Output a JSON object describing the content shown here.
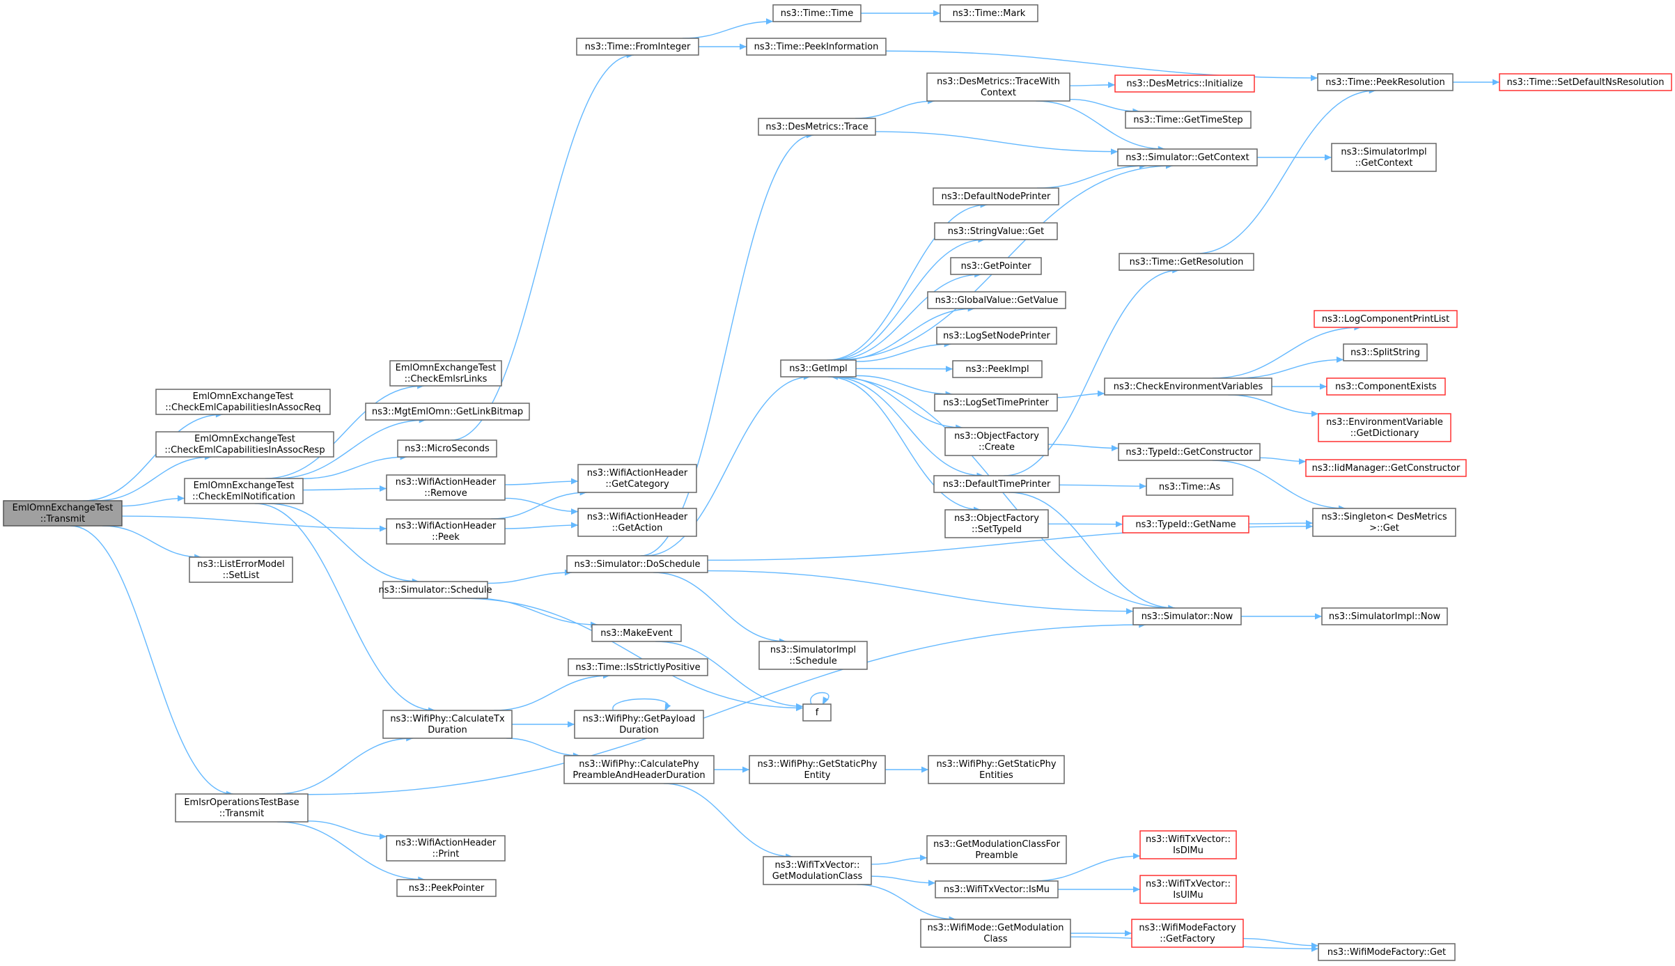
{
  "nodes": [
    {
      "id": "n0",
      "lines": [
        "EmlOmnExchangeTest",
        "::Transmit"
      ],
      "root": true
    },
    {
      "id": "n1",
      "lines": [
        "EmlOmnExchangeTest",
        "::CheckEmlCapabilitiesInAssocReq"
      ]
    },
    {
      "id": "n2",
      "lines": [
        "EmlOmnExchangeTest",
        "::CheckEmlCapabilitiesInAssocResp"
      ]
    },
    {
      "id": "n3",
      "lines": [
        "EmlOmnExchangeTest",
        "::CheckEmlNotification"
      ]
    },
    {
      "id": "n4",
      "lines": [
        "ns3::ListErrorModel",
        "::SetList"
      ]
    },
    {
      "id": "n5",
      "lines": [
        "EmlsrOperationsTestBase",
        "::Transmit"
      ]
    },
    {
      "id": "n6",
      "lines": [
        "EmlOmnExchangeTest",
        "::CheckEmlsrLinks"
      ]
    },
    {
      "id": "n7",
      "lines": [
        "ns3::MgtEmlOmn::GetLinkBitmap"
      ]
    },
    {
      "id": "n8",
      "lines": [
        "ns3::MicroSeconds"
      ]
    },
    {
      "id": "n9",
      "lines": [
        "ns3::WifiActionHeader",
        "::Remove"
      ]
    },
    {
      "id": "n10",
      "lines": [
        "ns3::WifiActionHeader",
        "::Peek"
      ]
    },
    {
      "id": "n11",
      "lines": [
        "ns3::Simulator::Schedule"
      ]
    },
    {
      "id": "n12",
      "lines": [
        "ns3::WifiPhy::CalculateTx",
        "Duration"
      ]
    },
    {
      "id": "n13",
      "lines": [
        "ns3::WifiActionHeader",
        "::Print"
      ]
    },
    {
      "id": "n14",
      "lines": [
        "ns3::PeekPointer"
      ]
    },
    {
      "id": "n15",
      "lines": [
        "ns3::Time::FromInteger"
      ]
    },
    {
      "id": "n16",
      "lines": [
        "ns3::WifiActionHeader",
        "::GetCategory"
      ]
    },
    {
      "id": "n17",
      "lines": [
        "ns3::WifiActionHeader",
        "::GetAction"
      ]
    },
    {
      "id": "n18",
      "lines": [
        "ns3::Simulator::DoSchedule"
      ]
    },
    {
      "id": "n19",
      "lines": [
        "ns3::MakeEvent"
      ]
    },
    {
      "id": "n20",
      "lines": [
        "ns3::Time::IsStrictlyPositive"
      ]
    },
    {
      "id": "n21",
      "lines": [
        "ns3::WifiPhy::GetPayload",
        "Duration"
      ]
    },
    {
      "id": "n22",
      "lines": [
        "ns3::WifiPhy::CalculatePhy",
        "PreambleAndHeaderDuration"
      ]
    },
    {
      "id": "n23",
      "lines": [
        "ns3::Time::Time"
      ]
    },
    {
      "id": "n24",
      "lines": [
        "ns3::Time::PeekInformation"
      ]
    },
    {
      "id": "n25",
      "lines": [
        "ns3::DesMetrics::Trace"
      ]
    },
    {
      "id": "n26",
      "lines": [
        "ns3::GetImpl"
      ]
    },
    {
      "id": "n27",
      "lines": [
        "ns3::SimulatorImpl",
        "::Schedule"
      ]
    },
    {
      "id": "n28",
      "lines": [
        "f"
      ]
    },
    {
      "id": "n29",
      "lines": [
        "ns3::WifiPhy::GetStaticPhy",
        "Entity"
      ]
    },
    {
      "id": "n30",
      "lines": [
        "ns3::WifiTxVector::",
        "GetModulationClass"
      ]
    },
    {
      "id": "n31",
      "lines": [
        "ns3::Time::Mark"
      ]
    },
    {
      "id": "n32",
      "lines": [
        "ns3::DesMetrics::TraceWith",
        "Context"
      ]
    },
    {
      "id": "n33",
      "lines": [
        "ns3::DefaultNodePrinter"
      ]
    },
    {
      "id": "n34",
      "lines": [
        "ns3::StringValue::Get"
      ]
    },
    {
      "id": "n35",
      "lines": [
        "ns3::GetPointer"
      ]
    },
    {
      "id": "n36",
      "lines": [
        "ns3::GlobalValue::GetValue"
      ]
    },
    {
      "id": "n37",
      "lines": [
        "ns3::LogSetNodePrinter"
      ]
    },
    {
      "id": "n38",
      "lines": [
        "ns3::PeekImpl"
      ]
    },
    {
      "id": "n39",
      "lines": [
        "ns3::LogSetTimePrinter"
      ]
    },
    {
      "id": "n40",
      "lines": [
        "ns3::ObjectFactory",
        "::Create"
      ]
    },
    {
      "id": "n41",
      "lines": [
        "ns3::DefaultTimePrinter"
      ]
    },
    {
      "id": "n42",
      "lines": [
        "ns3::ObjectFactory",
        "::SetTypeId"
      ]
    },
    {
      "id": "n43",
      "lines": [
        "ns3::WifiPhy::GetStaticPhy",
        "Entities"
      ]
    },
    {
      "id": "n44",
      "lines": [
        "ns3::GetModulationClassFor",
        "Preamble"
      ]
    },
    {
      "id": "n45",
      "lines": [
        "ns3::WifiTxVector::IsMu"
      ]
    },
    {
      "id": "n46",
      "lines": [
        "ns3::WifiMode::GetModulation",
        "Class"
      ]
    },
    {
      "id": "n47",
      "lines": [
        "ns3::DesMetrics::Initialize"
      ],
      "red": true
    },
    {
      "id": "n48",
      "lines": [
        "ns3::Time::GetTimeStep"
      ]
    },
    {
      "id": "n49",
      "lines": [
        "ns3::Simulator::GetContext"
      ]
    },
    {
      "id": "n50",
      "lines": [
        "ns3::Time::GetResolution"
      ]
    },
    {
      "id": "n51",
      "lines": [
        "ns3::CheckEnvironmentVariables"
      ]
    },
    {
      "id": "n52",
      "lines": [
        "ns3::TypeId::GetConstructor"
      ]
    },
    {
      "id": "n53",
      "lines": [
        "ns3::Time::As"
      ]
    },
    {
      "id": "n54",
      "lines": [
        "ns3::TypeId::GetName"
      ],
      "red": true
    },
    {
      "id": "n55",
      "lines": [
        "ns3::Simulator::Now"
      ]
    },
    {
      "id": "n56",
      "lines": [
        "ns3::WifiTxVector::",
        "IsDlMu"
      ],
      "red": true
    },
    {
      "id": "n57",
      "lines": [
        "ns3::WifiTxVector::",
        "IsUlMu"
      ],
      "red": true
    },
    {
      "id": "n58",
      "lines": [
        "ns3::WifiModeFactory",
        "::GetFactory"
      ],
      "red": true
    },
    {
      "id": "n59",
      "lines": [
        "ns3::Time::PeekResolution"
      ]
    },
    {
      "id": "n60",
      "lines": [
        "ns3::SimulatorImpl",
        "::GetContext"
      ]
    },
    {
      "id": "n61",
      "lines": [
        "ns3::LogComponentPrintList"
      ],
      "red": true
    },
    {
      "id": "n62",
      "lines": [
        "ns3::SplitString"
      ]
    },
    {
      "id": "n63",
      "lines": [
        "ns3::ComponentExists"
      ],
      "red": true
    },
    {
      "id": "n64",
      "lines": [
        "ns3::EnvironmentVariable",
        "::GetDictionary"
      ],
      "red": true
    },
    {
      "id": "n65",
      "lines": [
        "ns3::IidManager::GetConstructor"
      ],
      "red": true
    },
    {
      "id": "n66",
      "lines": [
        "ns3::Singleton< DesMetrics",
        ">::Get"
      ]
    },
    {
      "id": "n67",
      "lines": [
        "ns3::SimulatorImpl::Now"
      ]
    },
    {
      "id": "n68",
      "lines": [
        "ns3::WifiModeFactory::Get"
      ]
    },
    {
      "id": "n69",
      "lines": [
        "ns3::Time::SetDefaultNsResolution"
      ],
      "red": true
    }
  ],
  "edges": [
    [
      "n0",
      "n1"
    ],
    [
      "n0",
      "n2"
    ],
    [
      "n0",
      "n3"
    ],
    [
      "n0",
      "n10"
    ],
    [
      "n0",
      "n4"
    ],
    [
      "n0",
      "n5"
    ],
    [
      "n3",
      "n6"
    ],
    [
      "n3",
      "n7"
    ],
    [
      "n3",
      "n8"
    ],
    [
      "n3",
      "n9"
    ],
    [
      "n3",
      "n11"
    ],
    [
      "n3",
      "n12"
    ],
    [
      "n5",
      "n12"
    ],
    [
      "n5",
      "n13"
    ],
    [
      "n5",
      "n14"
    ],
    [
      "n5",
      "n55"
    ],
    [
      "n8",
      "n15"
    ],
    [
      "n9",
      "n16"
    ],
    [
      "n9",
      "n17"
    ],
    [
      "n10",
      "n16"
    ],
    [
      "n10",
      "n17"
    ],
    [
      "n11",
      "n18"
    ],
    [
      "n11",
      "n19"
    ],
    [
      "n11",
      "n28"
    ],
    [
      "n12",
      "n20"
    ],
    [
      "n12",
      "n21"
    ],
    [
      "n12",
      "n22"
    ],
    [
      "n15",
      "n23"
    ],
    [
      "n15",
      "n24"
    ],
    [
      "n18",
      "n25"
    ],
    [
      "n18",
      "n26"
    ],
    [
      "n18",
      "n27"
    ],
    [
      "n18",
      "n55"
    ],
    [
      "n18",
      "n66"
    ],
    [
      "n19",
      "n28"
    ],
    [
      "n28",
      "n28"
    ],
    [
      "n21",
      "n21"
    ],
    [
      "n22",
      "n29"
    ],
    [
      "n22",
      "n30"
    ],
    [
      "n23",
      "n31"
    ],
    [
      "n24",
      "n59"
    ],
    [
      "n25",
      "n32"
    ],
    [
      "n25",
      "n49"
    ],
    [
      "n26",
      "n49"
    ],
    [
      "n26",
      "n33"
    ],
    [
      "n26",
      "n34"
    ],
    [
      "n26",
      "n35"
    ],
    [
      "n26",
      "n36"
    ],
    [
      "n26",
      "n37"
    ],
    [
      "n26",
      "n38"
    ],
    [
      "n26",
      "n39"
    ],
    [
      "n26",
      "n40"
    ],
    [
      "n26",
      "n41"
    ],
    [
      "n26",
      "n42"
    ],
    [
      "n29",
      "n43"
    ],
    [
      "n30",
      "n44"
    ],
    [
      "n30",
      "n45"
    ],
    [
      "n30",
      "n46"
    ],
    [
      "n32",
      "n47"
    ],
    [
      "n32",
      "n48"
    ],
    [
      "n32",
      "n49"
    ],
    [
      "n33",
      "n49"
    ],
    [
      "n39",
      "n51"
    ],
    [
      "n40",
      "n52"
    ],
    [
      "n41",
      "n50"
    ],
    [
      "n41",
      "n53"
    ],
    [
      "n41",
      "n55"
    ],
    [
      "n42",
      "n54"
    ],
    [
      "n45",
      "n56"
    ],
    [
      "n45",
      "n57"
    ],
    [
      "n46",
      "n58"
    ],
    [
      "n46",
      "n68"
    ],
    [
      "n49",
      "n60"
    ],
    [
      "n50",
      "n59"
    ],
    [
      "n51",
      "n61"
    ],
    [
      "n51",
      "n62"
    ],
    [
      "n51",
      "n63"
    ],
    [
      "n51",
      "n64"
    ],
    [
      "n52",
      "n65"
    ],
    [
      "n52",
      "n66"
    ],
    [
      "n54",
      "n66"
    ],
    [
      "n55",
      "n67"
    ],
    [
      "n55",
      "n26"
    ],
    [
      "n58",
      "n68"
    ],
    [
      "n59",
      "n69"
    ]
  ]
}
